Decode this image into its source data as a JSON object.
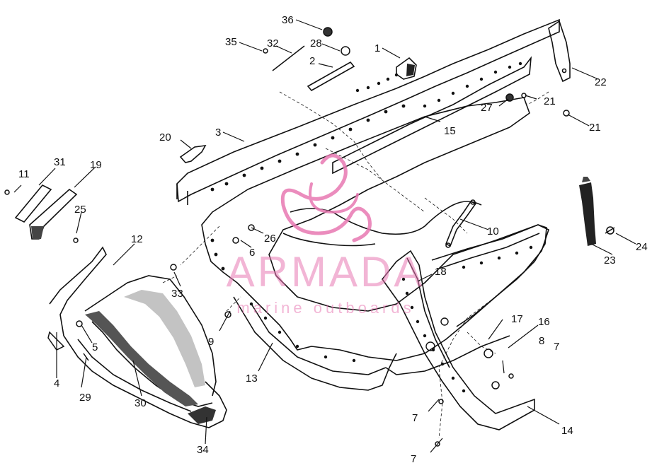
{
  "diagram": {
    "labels": [
      "1",
      "2",
      "3",
      "4",
      "5",
      "6",
      "7",
      "7",
      "7",
      "8",
      "9",
      "10",
      "11",
      "12",
      "13",
      "14",
      "15",
      "16",
      "17",
      "18",
      "19",
      "20",
      "21",
      "21",
      "22",
      "23",
      "24",
      "25",
      "26",
      "27",
      "28",
      "29",
      "30",
      "31",
      "32",
      "33",
      "34",
      "35",
      "36"
    ]
  },
  "watermark": {
    "title": "ARMADA",
    "subtitle": "marine outboards",
    "color": "#e879b2"
  },
  "colors": {
    "ink": "#111111",
    "paper": "#ffffff",
    "shade": "#6d6d6d"
  }
}
